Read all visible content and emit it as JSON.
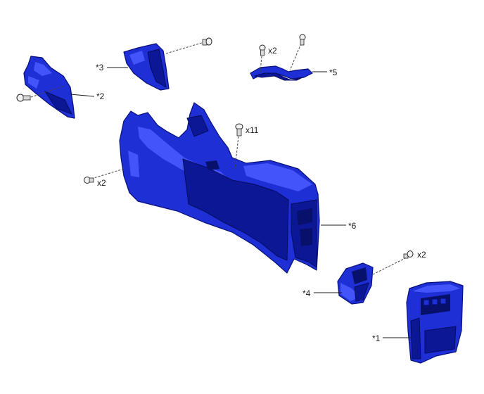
{
  "colors": {
    "part_fill": "#1e2fd6",
    "part_shadow": "#0c1796",
    "part_highlight": "#4a5cff",
    "leader_line": "#1a1a1a",
    "background": "#ffffff"
  },
  "callouts": {
    "p1": "*1",
    "p2": "*2",
    "p3": "*3",
    "p4": "*4",
    "p5": "*5",
    "p6": "*6"
  },
  "quantities": {
    "q_bracket_screws": "x2",
    "q_console_screws": "x11",
    "q_left_clips": "x2",
    "q_box_screws": "x2"
  }
}
